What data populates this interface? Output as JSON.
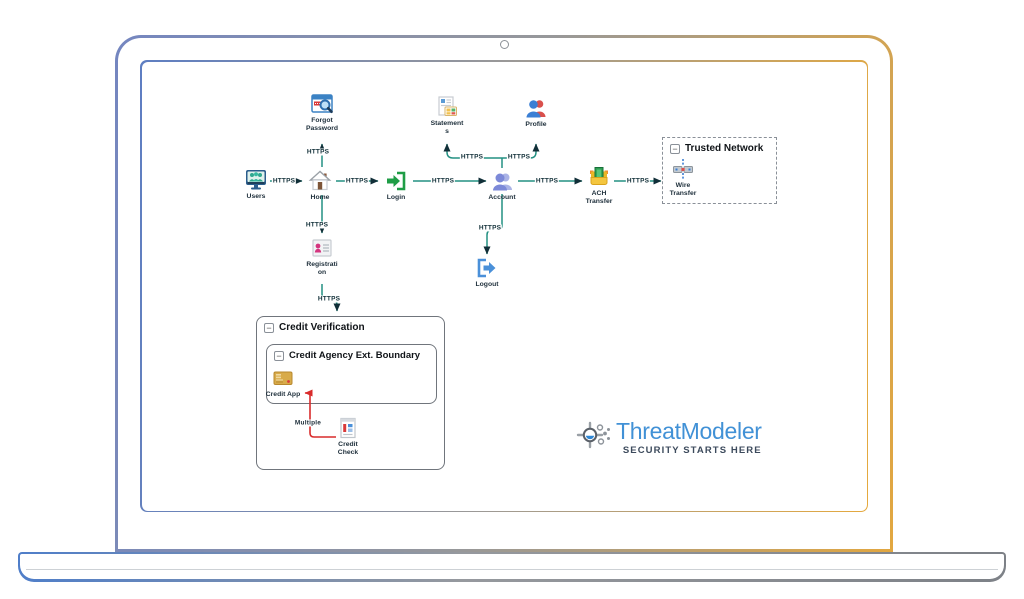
{
  "brand": {
    "name": "ThreatModeler",
    "tagline": "SECURITY STARTS HERE"
  },
  "diagram": {
    "nodes": [
      {
        "id": "users",
        "label": "Users"
      },
      {
        "id": "home",
        "label": "Home"
      },
      {
        "id": "forgot-password",
        "label": "Forgot\nPassword"
      },
      {
        "id": "login",
        "label": "Login"
      },
      {
        "id": "account",
        "label": "Account"
      },
      {
        "id": "statements",
        "label": "Statement\ns"
      },
      {
        "id": "profile",
        "label": "Profile"
      },
      {
        "id": "ach-transfer",
        "label": "ACH\nTransfer"
      },
      {
        "id": "wire-transfer",
        "label": "Wire\nTransfer"
      },
      {
        "id": "logout",
        "label": "Logout"
      },
      {
        "id": "registration",
        "label": "Registrati\non"
      },
      {
        "id": "credit-app",
        "label": "Credit App"
      },
      {
        "id": "credit-check",
        "label": "Credit\nCheck"
      }
    ],
    "boundaries": [
      {
        "id": "trusted-network",
        "label": "Trusted Network"
      },
      {
        "id": "credit-verification",
        "label": "Credit Verification"
      },
      {
        "id": "credit-agency",
        "label": "Credit Agency Ext. Boundary"
      }
    ],
    "edges": {
      "https_label": "HTTPS",
      "multiple_label": "Multiple"
    },
    "icons": {
      "collapse_glyph": "−"
    },
    "colors": {
      "flow": "#239082",
      "flow_arrow": "#112f38",
      "alt_flow": "#d92b2b",
      "brand_blue": "#4191d6"
    }
  }
}
